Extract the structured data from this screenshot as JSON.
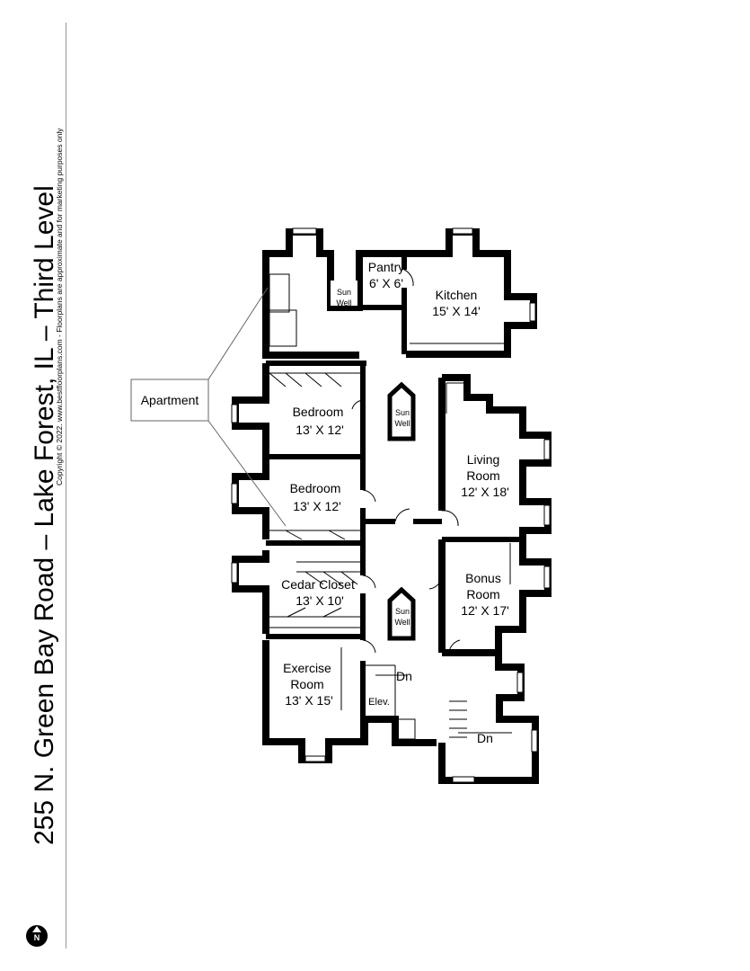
{
  "title": "255 N. Green Bay Road – Lake Forest, IL – Third Level",
  "copyright": "Copyright © 2022. www.bestfloorplans.com - Floorplans are approximate and for marketing purposes only",
  "compass_letter": "N",
  "callout": "Apartment",
  "rooms": {
    "pantry": {
      "name": "Pantry",
      "dims": "6' X 6'"
    },
    "kitchen": {
      "name": "Kitchen",
      "dims": "15' X 14'"
    },
    "sun_well_top": {
      "line1": "Sun",
      "line2": "Well"
    },
    "bedroom1": {
      "name": "Bedroom",
      "dims": "13' X 12'"
    },
    "sun_well_mid": {
      "line1": "Sun",
      "line2": "Well"
    },
    "living": {
      "line1": "Living",
      "line2": "Room",
      "dims": "12' X 18'"
    },
    "bedroom2": {
      "name": "Bedroom",
      "dims": "13' X 12'"
    },
    "cedar": {
      "name": "Cedar Closet",
      "dims": "13' X 10'"
    },
    "bonus": {
      "line1": "Bonus",
      "line2": "Room",
      "dims": "12' X 17'"
    },
    "sun_well_low": {
      "line1": "Sun",
      "line2": "Well"
    },
    "exercise": {
      "line1": "Exercise",
      "line2": "Room",
      "dims": "13' X 15'"
    },
    "stair_dn1": "Dn",
    "elev": "Elev.",
    "stair_dn2": "Dn"
  }
}
